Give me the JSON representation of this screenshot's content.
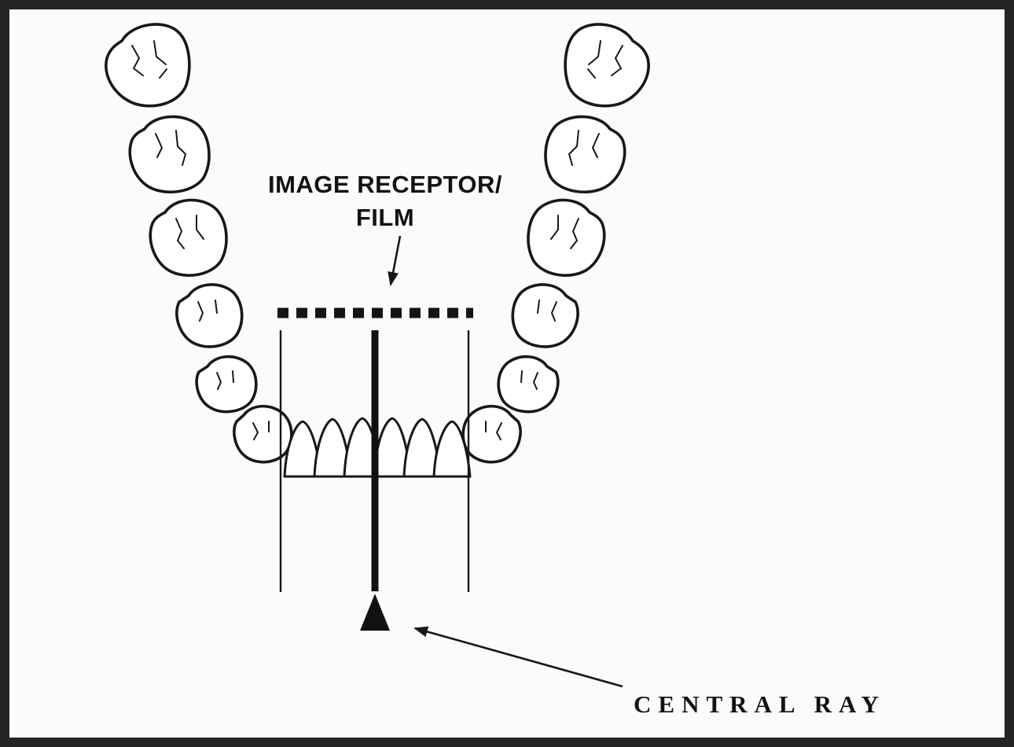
{
  "figure": {
    "background": "#fcfbfa",
    "ink": "#181818",
    "border_color": "#242424",
    "subject": "occlusal-radiograph-central-ray-diagram"
  },
  "labels": {
    "receptor_line1": "IMAGE RECEPTOR/",
    "receptor_line2": "FILM",
    "central_ray": "CENTRAL RAY"
  }
}
